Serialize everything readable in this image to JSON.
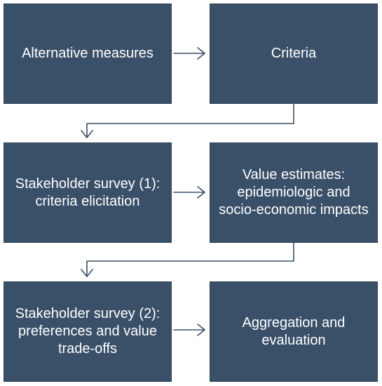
{
  "diagram": {
    "nodes": [
      {
        "id": "b1",
        "label": "Alternative measures"
      },
      {
        "id": "b2",
        "label": "Criteria"
      },
      {
        "id": "b3",
        "label": "Stakeholder survey (1): criteria elicitation"
      },
      {
        "id": "b4",
        "label": "Value estimates: epidemiologic and socio-economic impacts"
      },
      {
        "id": "b5",
        "label": "Stakeholder survey (2): preferences and value trade-offs"
      },
      {
        "id": "b6",
        "label": "Aggregation and evaluation"
      }
    ],
    "edges": [
      {
        "from": "b1",
        "to": "b2"
      },
      {
        "from": "b2",
        "to": "b3"
      },
      {
        "from": "b3",
        "to": "b4"
      },
      {
        "from": "b4",
        "to": "b5"
      },
      {
        "from": "b5",
        "to": "b6"
      }
    ],
    "colors": {
      "box_fill": "#3a5069",
      "box_text": "#ffffff",
      "connector": "#3a5069"
    }
  }
}
